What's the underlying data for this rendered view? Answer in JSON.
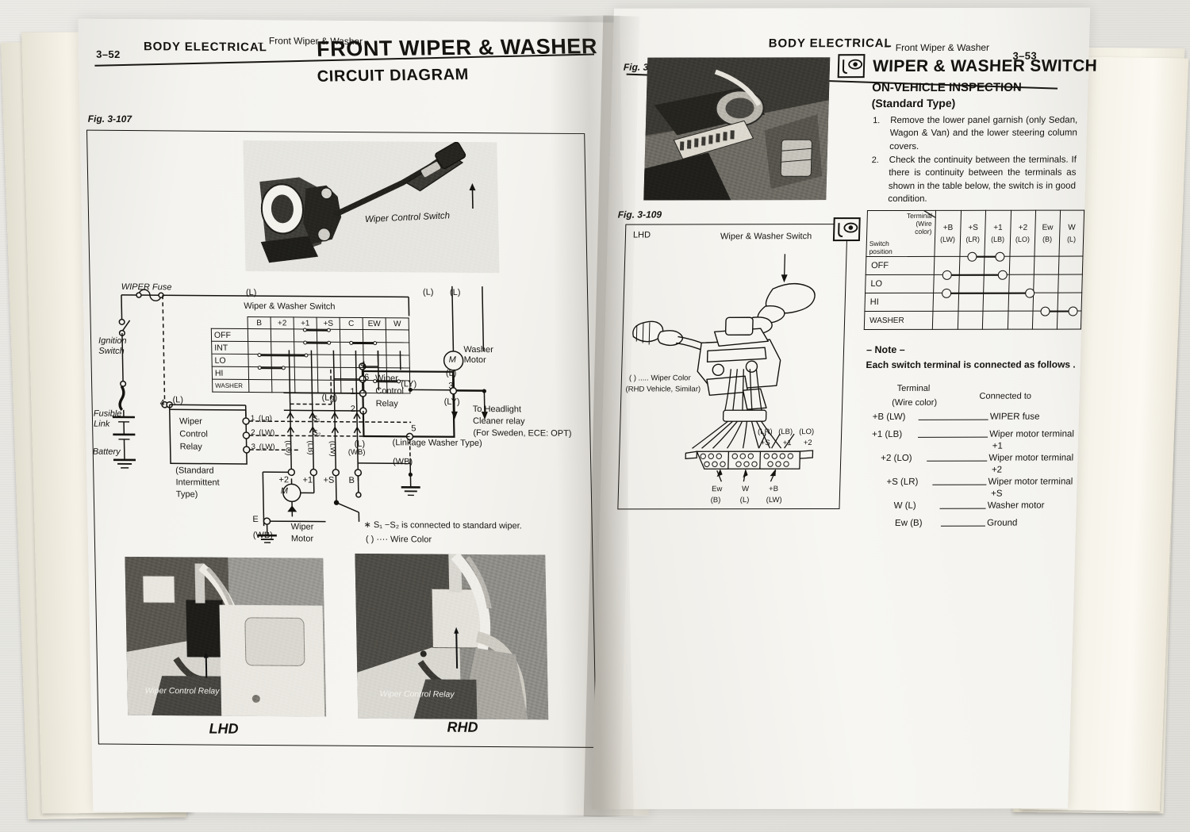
{
  "book": {
    "left_page": {
      "page_number": "3–52",
      "running_head_main": "BODY ELECTRICAL",
      "running_head_dash": "–",
      "running_head_sub": "Front Wiper & Washer",
      "title": "FRONT WIPER & WASHER",
      "subtitle": "CIRCUIT DIAGRAM",
      "fig_label": "Fig. 3-107",
      "photo_top_caption": "Wiper Control Switch",
      "circuit": {
        "wiper_fuse": "WIPER Fuse",
        "ignition_switch": "Ignition\nSwitch",
        "fusible_link": "Fusible\nLink",
        "battery": "Battery",
        "switch_title": "Wiper & Washer Switch",
        "switch_table": {
          "columns": [
            "B",
            "+2",
            "+1",
            "+S",
            "C",
            "EW",
            "W"
          ],
          "rows": [
            "OFF",
            "INT",
            "LO",
            "HI",
            "WASHER"
          ]
        },
        "wire_l_1": "(L)",
        "wire_l_2": "(L)",
        "wire_l_3": "(L)",
        "washer_motor": "Washer\nMotor",
        "motor_glyph": "M",
        "wire_ly_1": "(LY)",
        "wire_ly_2": "(LY)",
        "wire_lg_top": "(Lg)",
        "relay_left_label": "Wiper\nControl\nRelay",
        "relay_left_type": "(Standard\nIntermittent\nType)",
        "relay_left_terminals": [
          "1",
          "2",
          "3"
        ],
        "relay_left_wires": [
          "(Lg)",
          "(LW)",
          "(LW)"
        ],
        "terminal_4": "4",
        "relay_right_label": "Wiper\nControl\nRelay",
        "relay_right_terminals": [
          "4",
          "6",
          "1",
          "2",
          "3",
          "5"
        ],
        "relay_right_type": "(Linkage Washer Type)",
        "headlight_note": "To Headlight\nCleaner relay\n(For Sweden, ECE: OPT)",
        "s1": "S₁",
        "s2": "S₂",
        "motor_terminal_labels": [
          "+2",
          "+1",
          "+S",
          "B"
        ],
        "motor_terminal_wires": [
          "(LO)",
          "(LB)",
          "(LW)"
        ],
        "wb_labels": [
          "(WB)",
          "(WB)",
          "(WB)"
        ],
        "wiper_motor": "Wiper\nMotor",
        "motor_e": "E",
        "note_s": "∗ S₁ −S₂ is connected to standard wiper.",
        "note_wire": "(   ) ···· Wire Color"
      },
      "photo_lhd_caption": "Wiper Control Relay",
      "photo_rhd_caption": "Wiper Control Relay",
      "label_lhd": "LHD",
      "label_rhd": "RHD"
    },
    "right_page": {
      "page_number": "3–53",
      "running_head_main": "BODY ELECTRICAL",
      "running_head_dash": "–",
      "running_head_sub": "Front Wiper & Washer",
      "fig_3108_label": "Fig. 3-108",
      "section_title": "WIPER & WASHER SWITCH",
      "section_sub1": "ON-VEHICLE  INSPECTION",
      "section_sub2": "(Standard Type)",
      "steps": [
        {
          "num": "1.",
          "text": "Remove  the  lower  panel  garnish  (only Sedan, Wagon & Van) and the lower steering column covers."
        },
        {
          "num": "2.",
          "text": "Check the continuity between the terminals. If there is continuity between the terminals as shown in the table below, the switch is in good condition."
        }
      ],
      "continuity_table": {
        "corner_top": "Terminal",
        "corner_top2": "(Wire",
        "corner_top3": "color)",
        "corner_bottom": "Switch",
        "corner_bottom2": "position",
        "columns": [
          {
            "name": "+B",
            "wire": "(LW)"
          },
          {
            "name": "+S",
            "wire": "(LR)"
          },
          {
            "name": "+1",
            "wire": "(LB)"
          },
          {
            "name": "+2",
            "wire": "(LO)"
          },
          {
            "name": "Ew",
            "wire": "(B)"
          },
          {
            "name": "W",
            "wire": "(L)"
          }
        ],
        "rows": [
          "OFF",
          "LO",
          "HI",
          "WASHER"
        ],
        "continuity": [
          {
            "row": "OFF",
            "from": 1,
            "to": 2
          },
          {
            "row": "LO",
            "from": 0,
            "to": 2
          },
          {
            "row": "HI",
            "from": 0,
            "to": 3
          },
          {
            "row": "WASHER",
            "from": 4,
            "to": 5
          }
        ]
      },
      "note_heading": "– Note –",
      "note_text": "Each switch terminal is connected as follows .",
      "note_col1_h1": "Terminal",
      "note_col1_h2": "(Wire color)",
      "note_col2_h": "Connected to",
      "note_rows": [
        {
          "terminal": "+B (LW)",
          "connected": "WIPER fuse"
        },
        {
          "terminal": "+1 (LB)",
          "connected": "Wiper motor terminal",
          "connected2": "+1"
        },
        {
          "terminal": "+2 (LO)",
          "connected": "Wiper motor terminal",
          "connected2": "+2"
        },
        {
          "terminal": "+S (LR)",
          "connected": "Wiper motor terminal",
          "connected2": "+S"
        },
        {
          "terminal": "W (L)",
          "connected": "Washer motor"
        },
        {
          "terminal": "Ew (B)",
          "connected": "Ground"
        }
      ],
      "fig_3109_label": "Fig. 3-109",
      "fig_3109_lhd": "LHD",
      "fig_3109_caption": "Wiper & Washer Switch",
      "fig_3109_note1": "(   ) ..... Wiper Color",
      "fig_3109_note2": "(RHD Vehicle, Similar)",
      "connector_top_wires": [
        "(LR)",
        "(LB)",
        "(LO)"
      ],
      "connector_top_terms": [
        "+S",
        "+1",
        "+2"
      ],
      "connector_bottom": [
        {
          "term": "Ew",
          "wire": "(B)"
        },
        {
          "term": "W",
          "wire": "(L)"
        },
        {
          "term": "+B",
          "wire": "(LW)"
        }
      ]
    }
  },
  "icons": {
    "inspect": "inspect-eye-icon"
  },
  "colors": {
    "ink": "#15130f",
    "paper": "#f4f3ef",
    "desk": "#e8e7e2"
  }
}
